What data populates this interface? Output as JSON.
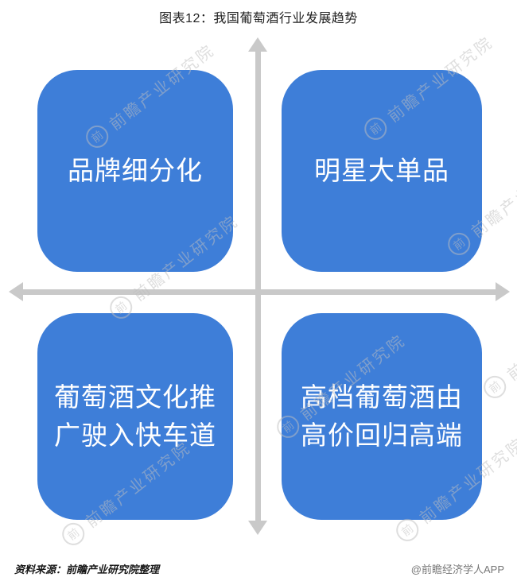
{
  "title": "图表12：我国葡萄酒行业发展趋势",
  "quadrants": [
    {
      "lines": [
        "品牌细分化"
      ]
    },
    {
      "lines": [
        "明星大单品"
      ]
    },
    {
      "lines": [
        "葡萄酒文化推",
        "广驶入快车道"
      ]
    },
    {
      "lines": [
        "高档葡萄酒由",
        "高价回归高端"
      ]
    }
  ],
  "footer": {
    "source": "资料来源：前瞻产业研究院整理",
    "credit": "@前瞻经济学人APP"
  },
  "watermark": {
    "icon": "前",
    "text": "前瞻产业研究院"
  },
  "colors": {
    "quadrant_fill": "#3E7ED8",
    "quadrant_text": "#FFFFFF",
    "axis": "#C9C9C9"
  }
}
